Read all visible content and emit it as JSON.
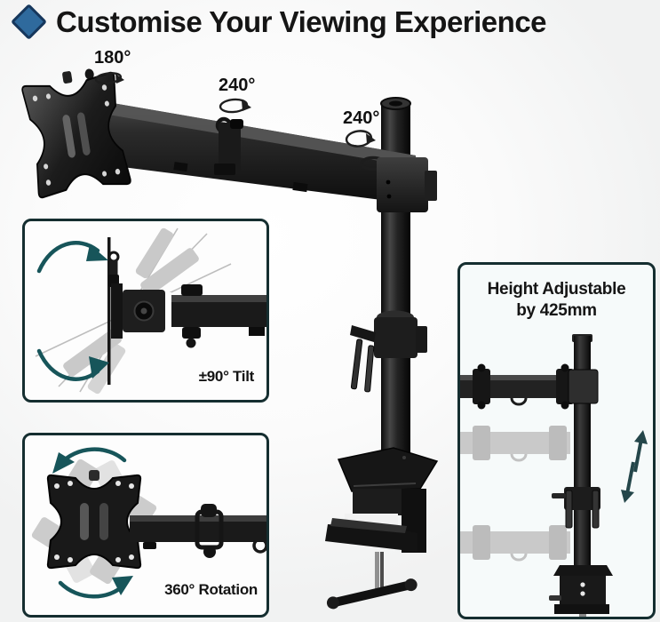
{
  "header": {
    "title": "Customise Your Viewing Experience"
  },
  "main_diagram": {
    "description": "single monitor desk mount arm with pole and desk clamp",
    "angle_labels": [
      {
        "id": "vesa-swivel",
        "text": "180°"
      },
      {
        "id": "elbow-swivel",
        "text": "240°"
      },
      {
        "id": "pole-swivel",
        "text": "240°"
      }
    ]
  },
  "insets": {
    "tilt": {
      "caption": "±90° Tilt"
    },
    "rotation": {
      "caption": "360° Rotation"
    },
    "height": {
      "caption_line1": "Height Adjustable",
      "caption_line2": "by 425mm"
    }
  },
  "icons": {
    "title_bullet": "diamond-icon",
    "angle_indicator": "rotation-ellipse-icon",
    "tilt_rotation_arrows": "curved-arrow-icon",
    "height_arrows": "up-arrow-icon / down-arrow-icon"
  },
  "colors": {
    "accent_diamond": "#2f6a9d",
    "diamond_border": "#16375c",
    "arrow_teal": "#17555a",
    "height_arrow": "#24464a",
    "inset_border": "#152e30",
    "metal_black": "#161616",
    "ghost_gray": "#c9c9c9",
    "text": "#151515"
  }
}
